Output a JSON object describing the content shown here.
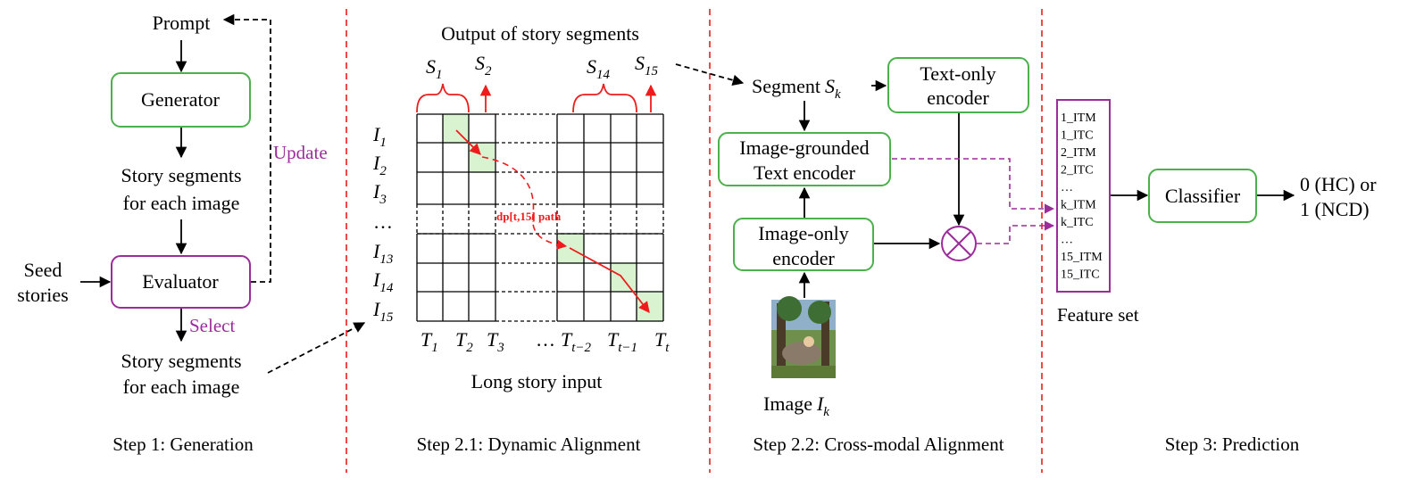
{
  "steps": {
    "step1": "Step 1: Generation",
    "step21": "Step 2.1: Dynamic Alignment",
    "step22": "Step 2.2: Cross-modal Alignment",
    "step3": "Step 3: Prediction"
  },
  "gen": {
    "prompt": "Prompt",
    "generator": "Generator",
    "segments1_l1": "Story segments",
    "segments1_l2": "for each image",
    "seed_l1": "Seed",
    "seed_l2": "stories",
    "evaluator": "Evaluator",
    "update": "Update",
    "select": "Select",
    "segments2_l1": "Story segments",
    "segments2_l2": "for each image"
  },
  "align": {
    "output_title": "Output of story segments",
    "segments": [
      {
        "base": "S",
        "sub": "1"
      },
      {
        "base": "S",
        "sub": "2"
      },
      {
        "base": "S",
        "sub": "14"
      },
      {
        "base": "S",
        "sub": "15"
      }
    ],
    "rows": [
      {
        "base": "I",
        "sub": "1"
      },
      {
        "base": "I",
        "sub": "2"
      },
      {
        "base": "I",
        "sub": "3"
      },
      {
        "base": "…",
        "sub": ""
      },
      {
        "base": "I",
        "sub": "13"
      },
      {
        "base": "I",
        "sub": "14"
      },
      {
        "base": "I",
        "sub": "15"
      }
    ],
    "cols": [
      {
        "base": "T",
        "sub": "1"
      },
      {
        "base": "T",
        "sub": "2"
      },
      {
        "base": "T",
        "sub": "3"
      },
      {
        "base": "…",
        "sub": ""
      },
      {
        "base": "T",
        "sub": "t−2"
      },
      {
        "base": "T",
        "sub": "t−1"
      },
      {
        "base": "T",
        "sub": "t"
      }
    ],
    "path_label": "dp[t,15] path",
    "long_input": "Long story input"
  },
  "cross": {
    "segment_label": "Segment",
    "segment_base": "S",
    "segment_sub": "k",
    "text_only_l1": "Text-only",
    "text_only_l2": "encoder",
    "img_grounded_l1": "Image-grounded",
    "img_grounded_l2": "Text encoder",
    "img_only_l1": "Image-only",
    "img_only_l2": "encoder",
    "image_label": "Image",
    "image_base": "I",
    "image_sub": "k"
  },
  "predict": {
    "features": [
      "1_ITM",
      "1_ITC",
      "2_ITM",
      "2_ITC",
      "…",
      "k_ITM",
      "k_ITC",
      "…",
      "15_ITM",
      "15_ITC"
    ],
    "feature_set": "Feature set",
    "classifier": "Classifier",
    "out_l1": "0 (HC) or",
    "out_l2": "1 (NCD)"
  },
  "colors": {
    "green": "#4cb04c",
    "purple": "#9b2d9b",
    "red": "#ee1c1c",
    "cell": "#d9f2d0"
  }
}
